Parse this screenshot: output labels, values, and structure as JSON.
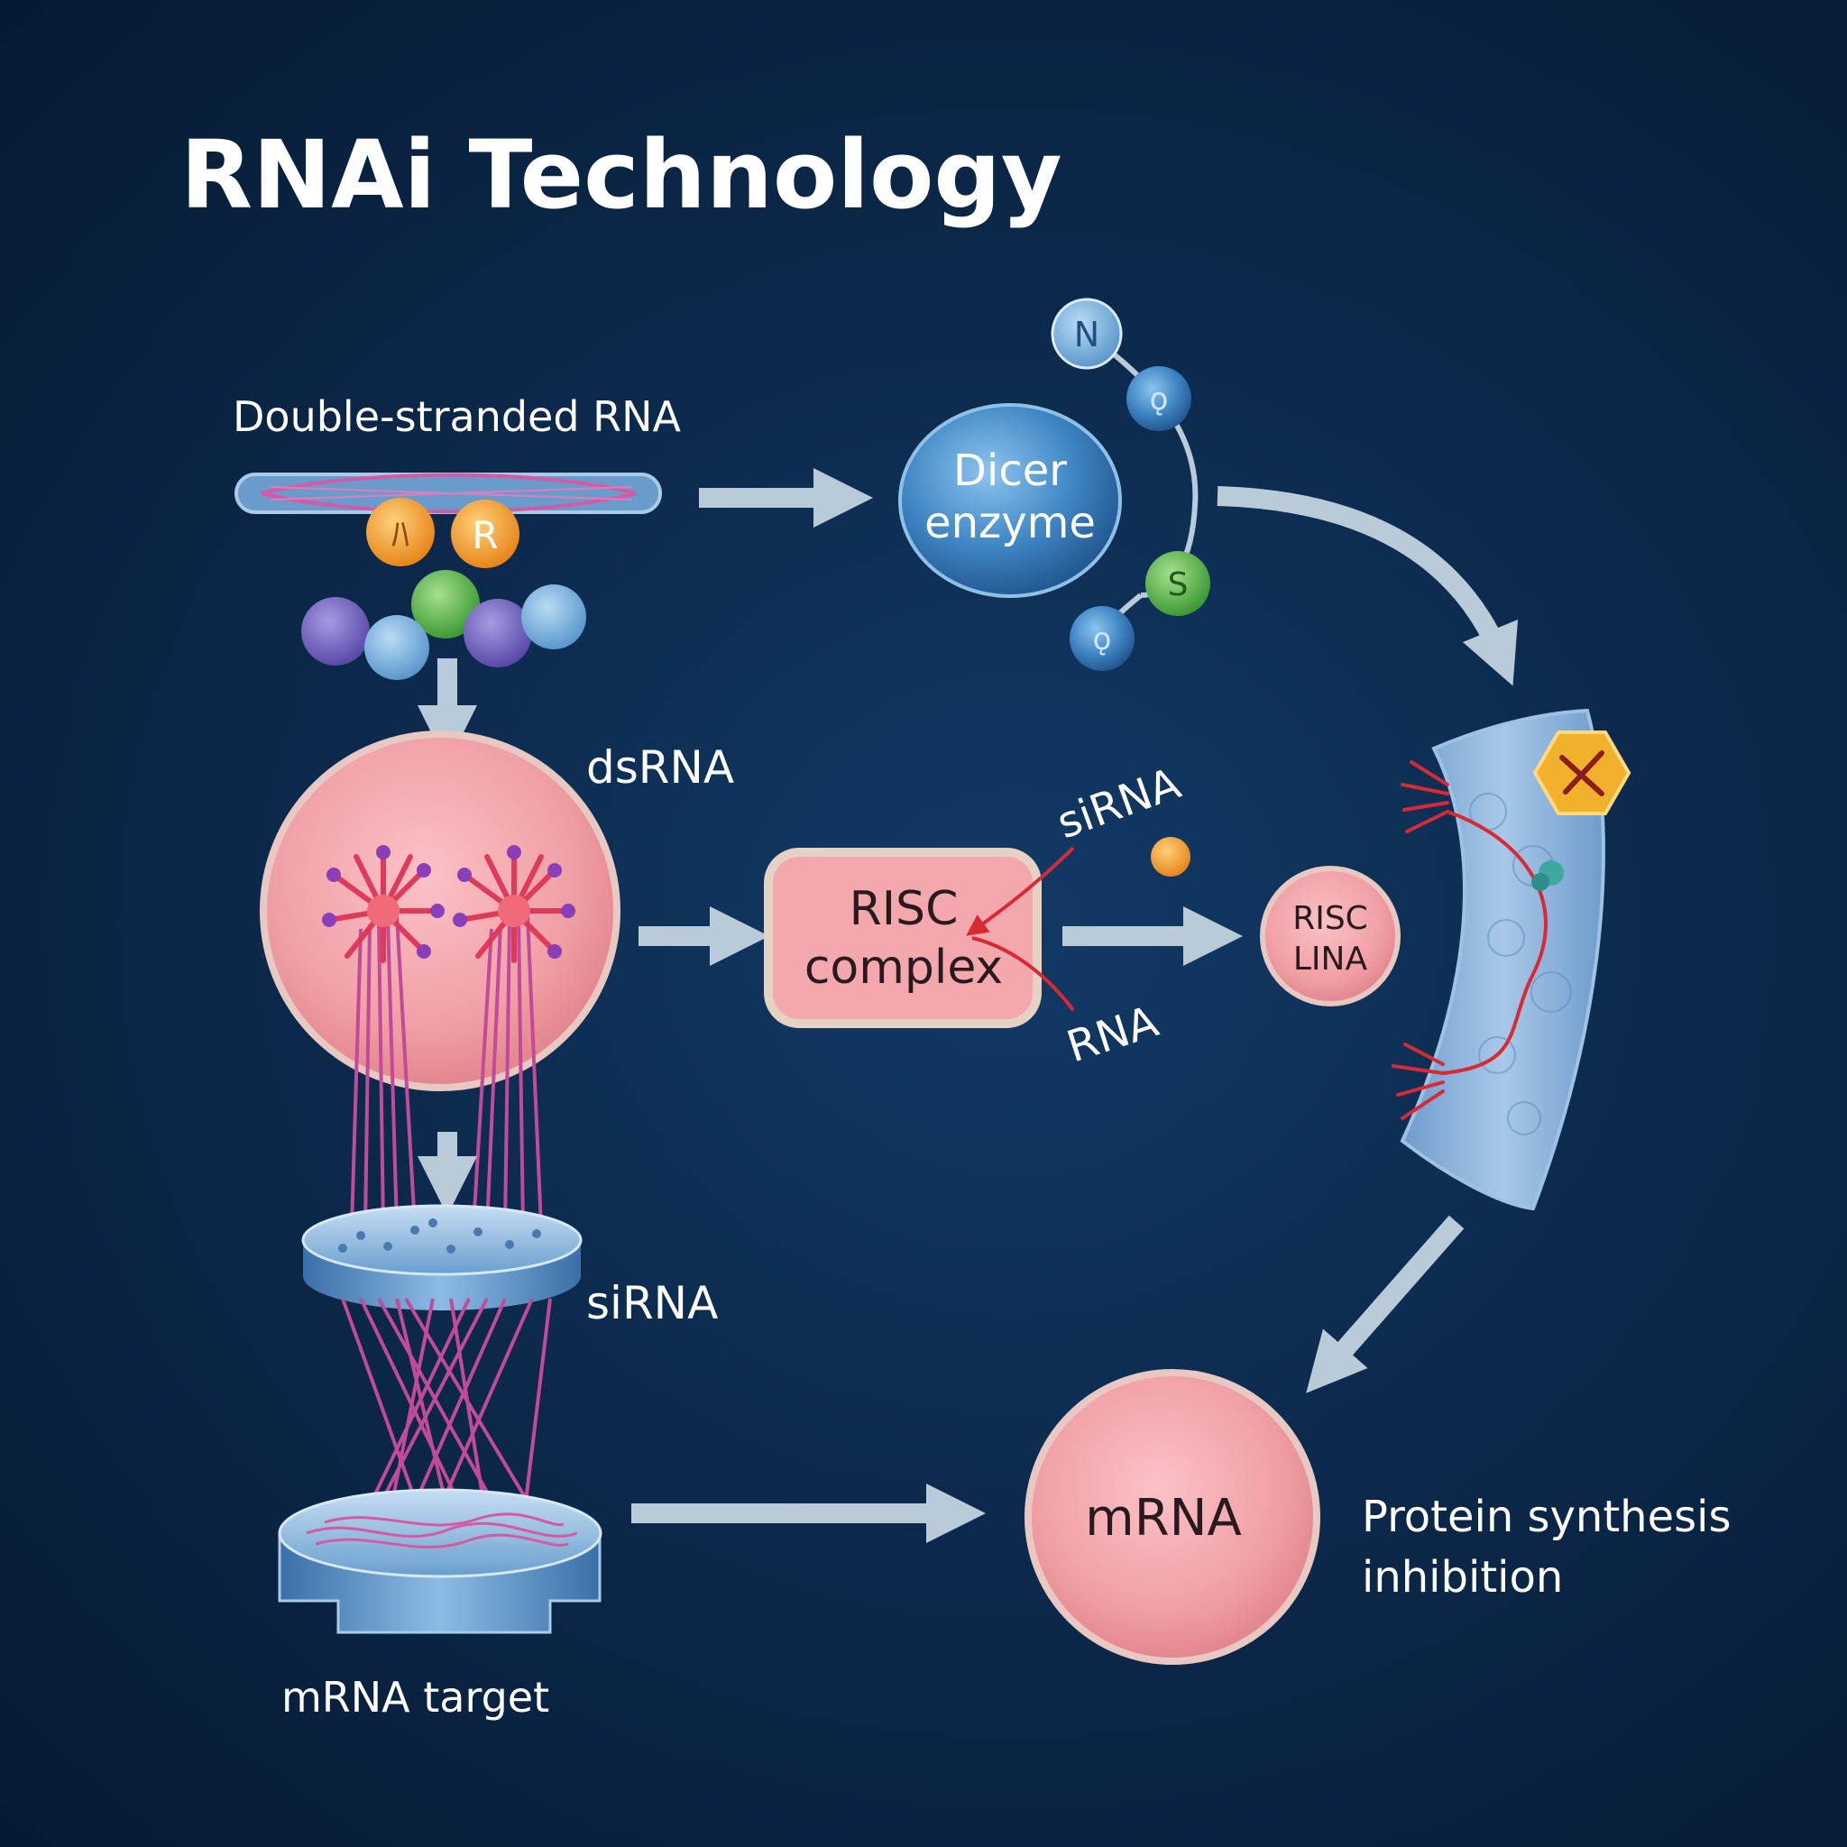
{
  "title": "RNAi Technology",
  "labels": {
    "double_stranded_rna": "Double-stranded RNA",
    "dicer_line1": "Dicer",
    "dicer_line2": "enzyme",
    "dsrna": "dsRNA",
    "risc_line1": "RISC",
    "risc_line2": "complex",
    "sirna_small": "siRNA",
    "rna_small": "RNA",
    "risc_lina_line1": "RISC",
    "risc_lina_line2": "LINA",
    "sirna": "siRNA",
    "mrna": "mRNA",
    "mrna_target": "mRNA target",
    "protein_line1": "Protein synthesis",
    "protein_line2": "inhibition"
  },
  "bead_letters": {
    "orange_left": "ﾊ",
    "orange_right": "R",
    "dicer_top": "N",
    "dicer_second": "ǫ",
    "dicer_green": "S",
    "dicer_bottom": "ǫ"
  },
  "colors": {
    "background": "#0c2a4d",
    "arrow": "#b9cbd9",
    "pink_cell": "#f1a4aa",
    "blue_enzyme": "#3f86c4",
    "orange_bead": "#f39a2a",
    "green_bead": "#56b04a",
    "hexagon": "#f2b12c"
  }
}
